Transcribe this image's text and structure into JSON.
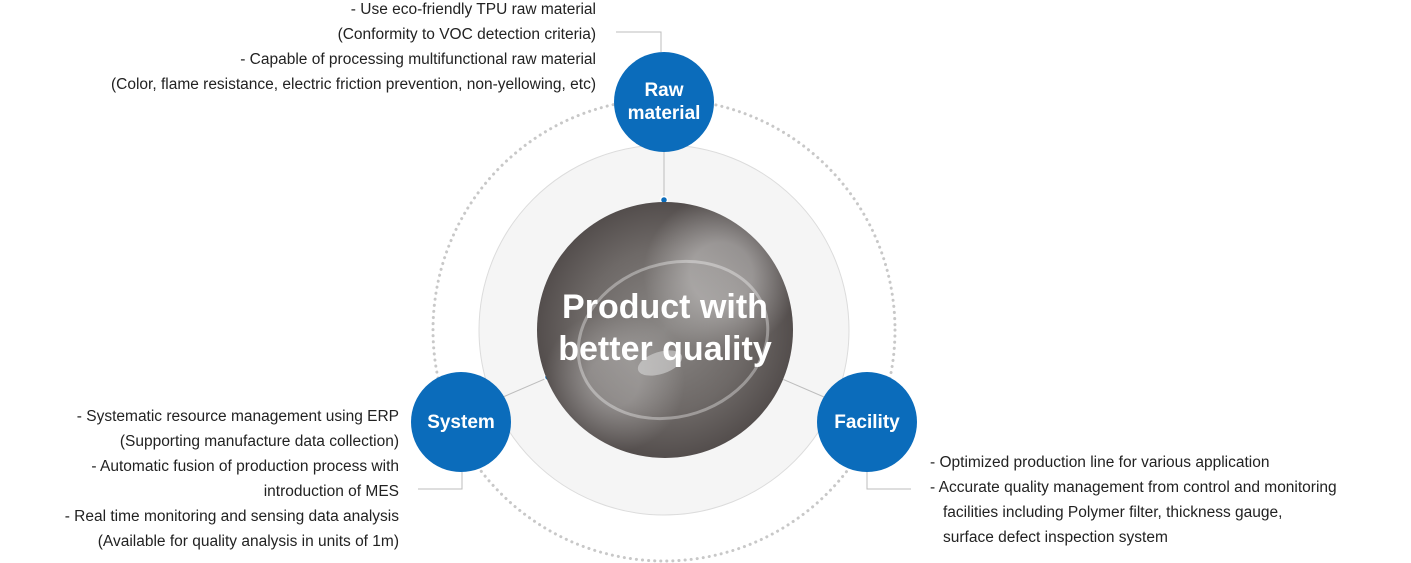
{
  "center": {
    "title_line1": "Product with",
    "title_line2": "better quality"
  },
  "nodes": {
    "raw_material": {
      "line1": "Raw",
      "line2": "material"
    },
    "system": {
      "label": "System"
    },
    "facility": {
      "label": "Facility"
    }
  },
  "descriptions": {
    "raw_material": [
      "- Use eco-friendly TPU raw material",
      "(Conformity to VOC detection criteria)",
      "- Capable of processing multifunctional raw material",
      "(Color, flame resistance, electric friction prevention, non-yellowing, etc)"
    ],
    "system": [
      "- Systematic resource management using ERP",
      "(Supporting manufacture data collection)",
      "- Automatic fusion of production process with",
      "introduction of MES",
      "- Real time monitoring and sensing data analysis",
      "(Available for quality analysis in units of 1m)"
    ],
    "facility": [
      "- Optimized production line for various application",
      "- Accurate quality management from control and monitoring",
      "facilities including Polymer filter, thickness gauge,",
      "surface defect inspection system"
    ]
  },
  "colors": {
    "node_fill": "#0b6cbb",
    "inner_ring_fill": "#f5f5f5",
    "inner_ring_stroke": "#dcdcdc",
    "outer_ring_dots": "#c8c8c8",
    "connector": "#bdbdbd",
    "text": "#222222"
  }
}
